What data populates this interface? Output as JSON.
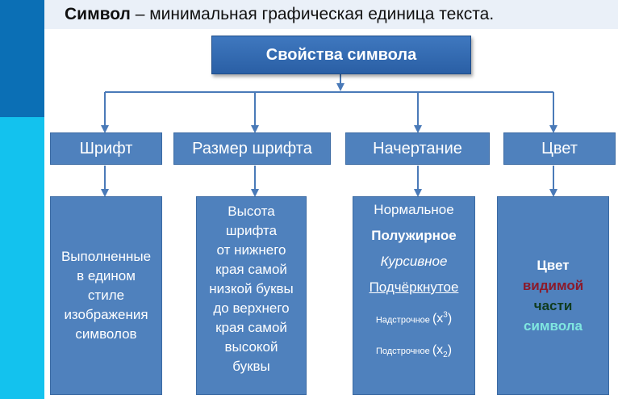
{
  "title": {
    "term": "Символ",
    "rest": " – минимальная графическая единица текста."
  },
  "root": {
    "label": "Свойства символа"
  },
  "categories": [
    {
      "label": "Шрифт"
    },
    {
      "label": "Размер шрифта"
    },
    {
      "label": "Начертание"
    },
    {
      "label": "Цвет"
    }
  ],
  "font_desc": [
    "Выполненные",
    "в едином",
    "стиле",
    "изображения",
    "символов"
  ],
  "size_desc": [
    "Высота",
    "шрифта",
    "от нижнего",
    "края самой",
    "низкой буквы",
    "до верхнего",
    "края самой",
    "высокой",
    "буквы"
  ],
  "styles": {
    "normal": "Нормальное",
    "bold": "Полужирное",
    "italic": "Курсивное",
    "underline": "Подчёркнутое",
    "superscript_label": "Надстрочное",
    "superscript_base": "x",
    "superscript_exp": "3",
    "subscript_label": "Подстрочное",
    "subscript_base": "x",
    "subscript_idx": "2"
  },
  "color_desc": [
    {
      "text": "Цвет",
      "color": "#ffffff"
    },
    {
      "text": "видимой",
      "color": "#8b1a2b"
    },
    {
      "text": "части",
      "color": "#0f3b1e"
    },
    {
      "text": "символа",
      "color": "#7fe6e0"
    }
  ],
  "colors": {
    "box_fill": "#4f81bd",
    "connector": "#4a7ab8",
    "accent_dark": "#0b6fb5",
    "accent_light": "#13c2ee"
  }
}
